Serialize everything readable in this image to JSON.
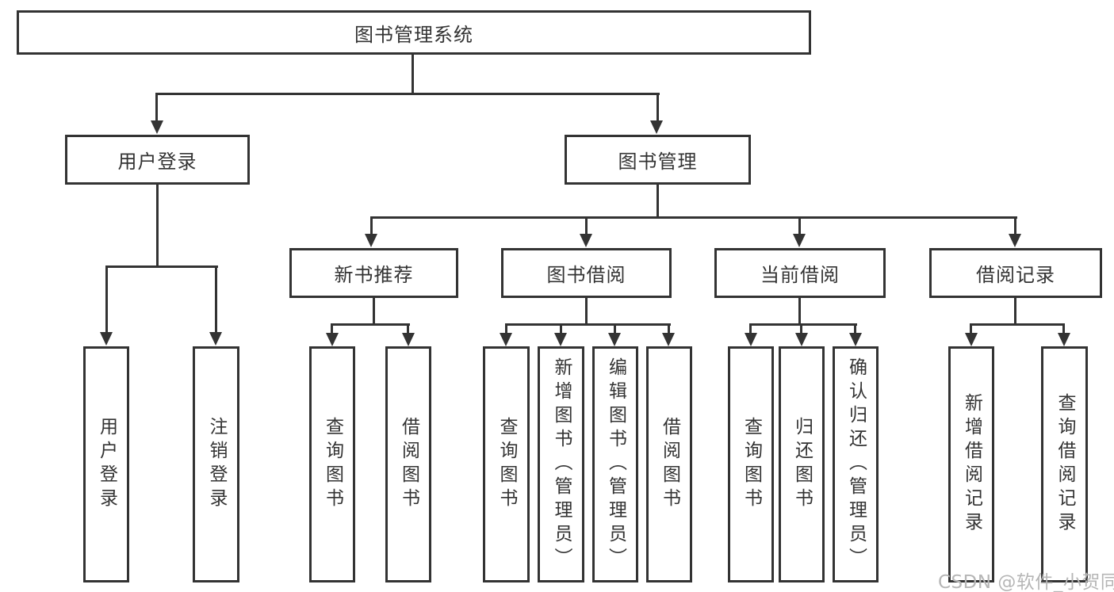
{
  "tree": {
    "label": "图书管理系统",
    "children": [
      {
        "label": "用户登录",
        "children": [
          {
            "label": "用户登录"
          },
          {
            "label": "注销登录"
          }
        ]
      },
      {
        "label": "图书管理",
        "children": [
          {
            "label": "新书推荐",
            "children": [
              {
                "label": "查询图书"
              },
              {
                "label": "借阅图书"
              }
            ]
          },
          {
            "label": "图书借阅",
            "children": [
              {
                "label": "查询图书"
              },
              {
                "label": "新增图书（管理员）"
              },
              {
                "label": "编辑图书（管理员）"
              },
              {
                "label": "借阅图书"
              }
            ]
          },
          {
            "label": "当前借阅",
            "children": [
              {
                "label": "查询图书"
              },
              {
                "label": "归还图书"
              },
              {
                "label": "确认归还（管理员）"
              }
            ]
          },
          {
            "label": "借阅记录",
            "children": [
              {
                "label": "新增借阅记录"
              },
              {
                "label": "查询借阅记录"
              }
            ]
          }
        ]
      }
    ]
  },
  "watermark": {
    "text": "CSDN @软件_小贺同学"
  },
  "colors": {
    "line": "#333333",
    "text": "#333333",
    "watermark": "#b6b6b6",
    "background": "#ffffff"
  }
}
